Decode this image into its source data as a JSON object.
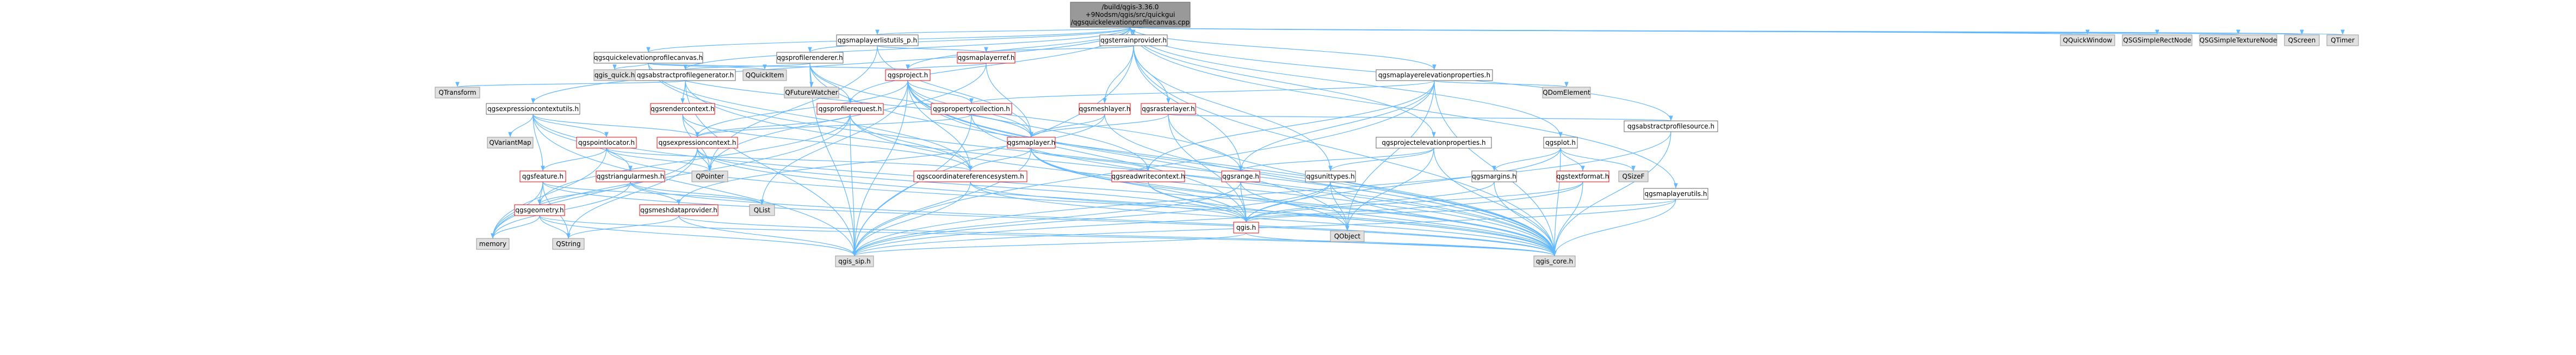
{
  "diagram": {
    "colors": {
      "background": "#ffffff",
      "edge": "#63b8ff",
      "root_fill": "#999999",
      "root_border": "#666666",
      "documented_fill": "#ffffff",
      "documented_border": "#666666",
      "red_border": "#ff0000",
      "external_fill": "#e0e0e0",
      "external_border": "#999999"
    },
    "nodes": [
      {
        "id": "root",
        "lines": [
          "/build/qgis-3.36.0",
          "+9Nodsm/qgis/src/quickgui",
          "/qgsquickelevationprofilecanvas.cpp"
        ],
        "style": "root"
      },
      {
        "id": "qgsmaplayerlistutils_p",
        "lines": [
          "qgsmaplayerlistutils_p.h"
        ],
        "style": "documented"
      },
      {
        "id": "qgsterrainprovider",
        "lines": [
          "qgsterrainprovider.h"
        ],
        "style": "documented"
      },
      {
        "id": "qgsquickelevationprofilecanvas",
        "lines": [
          "qgsquickelevationprofilecanvas.h"
        ],
        "style": "documented"
      },
      {
        "id": "qgsprofilerenderer",
        "lines": [
          "qgsprofilerenderer.h"
        ],
        "style": "documented"
      },
      {
        "id": "QQuickWindow",
        "lines": [
          "QQuickWindow"
        ],
        "style": "external"
      },
      {
        "id": "QSGSimpleRectNode",
        "lines": [
          "QSGSimpleRectNode"
        ],
        "style": "external"
      },
      {
        "id": "QSGSimpleTextureNode",
        "lines": [
          "QSGSimpleTextureNode"
        ],
        "style": "external"
      },
      {
        "id": "QScreen",
        "lines": [
          "QScreen"
        ],
        "style": "external"
      },
      {
        "id": "QTimer",
        "lines": [
          "QTimer"
        ],
        "style": "external"
      },
      {
        "id": "qgsmaplayerref",
        "lines": [
          "qgsmaplayerref.h"
        ],
        "style": "red"
      },
      {
        "id": "qgsproject",
        "lines": [
          "qgsproject.h"
        ],
        "style": "red"
      },
      {
        "id": "qgsmaplayerelevationproperties",
        "lines": [
          "qgsmaplayerelevationproperties.h"
        ],
        "style": "documented"
      },
      {
        "id": "qgsabstractprofilegenerator",
        "lines": [
          "qgsabstractprofilegenerator.h"
        ],
        "style": "documented"
      },
      {
        "id": "qgis_quick",
        "lines": [
          "qgis_quick.h"
        ],
        "style": "external"
      },
      {
        "id": "QQuickItem",
        "lines": [
          "QQuickItem"
        ],
        "style": "external"
      },
      {
        "id": "QFutureWatcher",
        "lines": [
          "QFutureWatcher"
        ],
        "style": "external"
      },
      {
        "id": "QDomElement",
        "lines": [
          "QDomElement"
        ],
        "style": "external"
      },
      {
        "id": "QTransform",
        "lines": [
          "QTransform"
        ],
        "style": "external"
      },
      {
        "id": "qgsexpressioncontextutils",
        "lines": [
          "qgsexpressioncontextutils.h"
        ],
        "style": "documented"
      },
      {
        "id": "qgsrendercontext",
        "lines": [
          "qgsrendercontext.h"
        ],
        "style": "red"
      },
      {
        "id": "qgsprofilerequest",
        "lines": [
          "qgsprofilerequest.h"
        ],
        "style": "red"
      },
      {
        "id": "qgspropertycollection",
        "lines": [
          "qgspropertycollection.h"
        ],
        "style": "red"
      },
      {
        "id": "qgsmeshlayer",
        "lines": [
          "qgsmeshlayer.h"
        ],
        "style": "red"
      },
      {
        "id": "qgsrasterlayer",
        "lines": [
          "qgsrasterlayer.h"
        ],
        "style": "red"
      },
      {
        "id": "qgsabstractprofilesource",
        "lines": [
          "qgsabstractprofilesource.h"
        ],
        "style": "documented"
      },
      {
        "id": "QVariantMap",
        "lines": [
          "QVariantMap"
        ],
        "style": "external"
      },
      {
        "id": "qgspointlocator",
        "lines": [
          "qgspointlocator.h"
        ],
        "style": "red"
      },
      {
        "id": "qgsexpressioncontext",
        "lines": [
          "qgsexpressioncontext.h"
        ],
        "style": "red"
      },
      {
        "id": "qgsmaplayer",
        "lines": [
          "qgsmaplayer.h"
        ],
        "style": "red"
      },
      {
        "id": "qgsprojectelevationproperties",
        "lines": [
          "qgsprojectelevationproperties.h"
        ],
        "style": "documented"
      },
      {
        "id": "qgsplot",
        "lines": [
          "qgsplot.h"
        ],
        "style": "documented"
      },
      {
        "id": "qgsfeature",
        "lines": [
          "qgsfeature.h"
        ],
        "style": "red"
      },
      {
        "id": "qgstriangularmesh",
        "lines": [
          "qgstriangularmesh.h"
        ],
        "style": "red"
      },
      {
        "id": "QPointer",
        "lines": [
          "QPointer"
        ],
        "style": "external"
      },
      {
        "id": "qgscoordinatereferencesystem",
        "lines": [
          "qgscoordinatereferencesystem.h"
        ],
        "style": "red"
      },
      {
        "id": "qgsreadwritecontext",
        "lines": [
          "qgsreadwritecontext.h"
        ],
        "style": "red"
      },
      {
        "id": "qgsrange",
        "lines": [
          "qgsrange.h"
        ],
        "style": "red"
      },
      {
        "id": "qgsunittypes",
        "lines": [
          "qgsunittypes.h"
        ],
        "style": "documented"
      },
      {
        "id": "QSizeF",
        "lines": [
          "QSizeF"
        ],
        "style": "external"
      },
      {
        "id": "qgsmargins",
        "lines": [
          "qgsmargins.h"
        ],
        "style": "documented"
      },
      {
        "id": "qgstextformat",
        "lines": [
          "qgstextformat.h"
        ],
        "style": "red"
      },
      {
        "id": "qgsmaplayerutils",
        "lines": [
          "qgsmaplayerutils.h"
        ],
        "style": "documented"
      },
      {
        "id": "qgsgeometry",
        "lines": [
          "qgsgeometry.h"
        ],
        "style": "red"
      },
      {
        "id": "qgsmeshdataprovider",
        "lines": [
          "qgsmeshdataprovider.h"
        ],
        "style": "red"
      },
      {
        "id": "QList",
        "lines": [
          "QList"
        ],
        "style": "external"
      },
      {
        "id": "qgis",
        "lines": [
          "qgis.h"
        ],
        "style": "red"
      },
      {
        "id": "QObject",
        "lines": [
          "QObject"
        ],
        "style": "external"
      },
      {
        "id": "memory",
        "lines": [
          "memory"
        ],
        "style": "external"
      },
      {
        "id": "QString",
        "lines": [
          "QString"
        ],
        "style": "external"
      },
      {
        "id": "qgis_sip",
        "lines": [
          "qgis_sip.h"
        ],
        "style": "external"
      },
      {
        "id": "qgis_core",
        "lines": [
          "qgis_core.h"
        ],
        "style": "external"
      }
    ],
    "edges": [
      [
        "root",
        "qgsmaplayerlistutils_p"
      ],
      [
        "root",
        "qgsterrainprovider"
      ],
      [
        "root",
        "qgsquickelevationprofilecanvas"
      ],
      [
        "root",
        "qgsprofilerenderer"
      ],
      [
        "root",
        "QQuickWindow"
      ],
      [
        "root",
        "QSGSimpleRectNode"
      ],
      [
        "root",
        "QSGSimpleTextureNode"
      ],
      [
        "root",
        "QScreen"
      ],
      [
        "root",
        "QTimer"
      ],
      [
        "root",
        "qgsmaplayerelevationproperties"
      ],
      [
        "root",
        "qgsexpressioncontextutils"
      ],
      [
        "root",
        "qgsprofilerequest"
      ],
      [
        "root",
        "qgsabstractprofilesource"
      ],
      [
        "root",
        "qgsprojectelevationproperties"
      ],
      [
        "root",
        "qgsplot"
      ],
      [
        "root",
        "qgsmaplayerutils"
      ],
      [
        "root",
        "qgsabstractprofilegenerator"
      ],
      [
        "root",
        "qgsproject"
      ],
      [
        "qgsmaplayerlistutils_p",
        "qgsmaplayerref"
      ],
      [
        "qgsmaplayerlistutils_p",
        "qgsmaplayer"
      ],
      [
        "qgsmaplayerlistutils_p",
        "QPointer"
      ],
      [
        "qgsterrainprovider",
        "qgsmaplayerref"
      ],
      [
        "qgsterrainprovider",
        "qgsmeshlayer"
      ],
      [
        "qgsterrainprovider",
        "qgsrasterlayer"
      ],
      [
        "qgsterrainprovider",
        "qgsrange"
      ],
      [
        "qgsterrainprovider",
        "qgsunittypes"
      ],
      [
        "qgsterrainprovider",
        "qgis_core"
      ],
      [
        "qgsterrainprovider",
        "qgis_sip"
      ],
      [
        "qgsquickelevationprofilecanvas",
        "qgis_quick"
      ],
      [
        "qgsquickelevationprofilecanvas",
        "QQuickItem"
      ],
      [
        "qgsquickelevationprofilecanvas",
        "qgscoordinatereferencesystem"
      ],
      [
        "qgsquickelevationprofilecanvas",
        "qgsproject"
      ],
      [
        "qgsquickelevationprofilecanvas",
        "qgsmaplayer"
      ],
      [
        "qgsquickelevationprofilecanvas",
        "qgis_core"
      ],
      [
        "qgsprofilerenderer",
        "qgsabstractprofilegenerator"
      ],
      [
        "qgsprofilerenderer",
        "qgsprofilerequest"
      ],
      [
        "qgsprofilerenderer",
        "qgsrange"
      ],
      [
        "qgsprofilerenderer",
        "QFutureWatcher"
      ],
      [
        "qgsprofilerenderer",
        "qgis_core"
      ],
      [
        "qgsprofilerenderer",
        "qgis_sip"
      ],
      [
        "qgsmaplayerref",
        "qgsproject"
      ],
      [
        "qgsmaplayerref",
        "qgsmaplayer"
      ],
      [
        "qgsmaplayerref",
        "QPointer"
      ],
      [
        "qgsproject",
        "qgspropertycollection"
      ],
      [
        "qgsproject",
        "qgsexpressioncontext"
      ],
      [
        "qgsproject",
        "qgsmaplayer"
      ],
      [
        "qgsproject",
        "qgsreadwritecontext"
      ],
      [
        "qgsproject",
        "qgscoordinatereferencesystem"
      ],
      [
        "qgsproject",
        "QList"
      ],
      [
        "qgsproject",
        "qgis_core"
      ],
      [
        "qgsproject",
        "qgis_sip"
      ],
      [
        "qgsproject",
        "qgis"
      ],
      [
        "qgsproject",
        "QObject"
      ],
      [
        "qgsmaplayerelevationproperties",
        "qgspropertycollection"
      ],
      [
        "qgsmaplayerelevationproperties",
        "qgsrange"
      ],
      [
        "qgsmaplayerelevationproperties",
        "QDomElement"
      ],
      [
        "qgsmaplayerelevationproperties",
        "qgsreadwritecontext"
      ],
      [
        "qgsmaplayerelevationproperties",
        "QObject"
      ],
      [
        "qgsmaplayerelevationproperties",
        "qgis_core"
      ],
      [
        "qgsmaplayerelevationproperties",
        "qgis_sip"
      ],
      [
        "qgsabstractprofilegenerator",
        "qgsrendercontext"
      ],
      [
        "qgsabstractprofilegenerator",
        "QTransform"
      ],
      [
        "qgsabstractprofilegenerator",
        "qgis_core"
      ],
      [
        "qgsabstractprofilegenerator",
        "qgis_sip"
      ],
      [
        "qgsrendercontext",
        "qgsexpressioncontext"
      ],
      [
        "qgsrendercontext",
        "qgscoordinatereferencesystem"
      ],
      [
        "qgsrendercontext",
        "QPointer"
      ],
      [
        "qgsexpressioncontextutils",
        "qgsexpressioncontext"
      ],
      [
        "qgsexpressioncontextutils",
        "qgsfeature"
      ],
      [
        "qgsexpressioncontextutils",
        "qgspointlocator"
      ],
      [
        "qgsexpressioncontextutils",
        "qgstriangularmesh"
      ],
      [
        "qgsexpressioncontextutils",
        "QVariantMap"
      ],
      [
        "qgsexpressioncontextutils",
        "qgis_core"
      ],
      [
        "qgsexpressioncontextutils",
        "qgis_sip"
      ],
      [
        "qgsprofilerequest",
        "qgscoordinatereferencesystem"
      ],
      [
        "qgsprofilerequest",
        "qgsexpressioncontext"
      ],
      [
        "qgsprofilerequest",
        "qgsgeometry"
      ],
      [
        "qgsprofilerequest",
        "memory"
      ],
      [
        "qgsprofilerequest",
        "qgis_core"
      ],
      [
        "qgsprofilerequest",
        "qgis_sip"
      ],
      [
        "qgspropertycollection",
        "qgsexpressioncontext"
      ],
      [
        "qgspropertycollection",
        "qgis_core"
      ],
      [
        "qgspropertycollection",
        "qgis_sip"
      ],
      [
        "qgsmeshlayer",
        "qgsmaplayer"
      ],
      [
        "qgsmeshlayer",
        "qgsmeshdataprovider"
      ],
      [
        "qgsmeshlayer",
        "qgis_core"
      ],
      [
        "qgsrasterlayer",
        "qgsmaplayer"
      ],
      [
        "qgsrasterlayer",
        "qgsabstractprofilesource"
      ],
      [
        "qgsrasterlayer",
        "qgis_core"
      ],
      [
        "qgsrasterlayer",
        "qgis"
      ],
      [
        "qgsabstractprofilesource",
        "qgis_core"
      ],
      [
        "qgsabstractprofilesource",
        "qgis_sip"
      ],
      [
        "qgspointlocator",
        "qgsfeature"
      ],
      [
        "qgspointlocator",
        "qgscoordinatereferencesystem"
      ],
      [
        "qgspointlocator",
        "QPointer"
      ],
      [
        "qgspointlocator",
        "memory"
      ],
      [
        "qgspointlocator",
        "qgis_core"
      ],
      [
        "qgsexpressioncontext",
        "QPointer"
      ],
      [
        "qgsexpressioncontext",
        "memory"
      ],
      [
        "qgsexpressioncontext",
        "QString"
      ],
      [
        "qgsexpressioncontext",
        "qgis_core"
      ],
      [
        "qgsexpressioncontext",
        "qgis"
      ],
      [
        "qgsmaplayer",
        "qgscoordinatereferencesystem"
      ],
      [
        "qgsmaplayer",
        "qgsreadwritecontext"
      ],
      [
        "qgsmaplayer",
        "QObject"
      ],
      [
        "qgsmaplayer",
        "qgis_core"
      ],
      [
        "qgsmaplayer",
        "qgis_sip"
      ],
      [
        "qgsmaplayer",
        "qgis"
      ],
      [
        "qgsprojectelevationproperties",
        "qgsrange"
      ],
      [
        "qgsprojectelevationproperties",
        "qgsunittypes"
      ],
      [
        "qgsprojectelevationproperties",
        "QObject"
      ],
      [
        "qgsprojectelevationproperties",
        "qgis_core"
      ],
      [
        "qgsplot",
        "qgsmargins"
      ],
      [
        "qgsplot",
        "qgstextformat"
      ],
      [
        "qgsplot",
        "QSizeF"
      ],
      [
        "qgsplot",
        "qgis_core"
      ],
      [
        "qgsplot",
        "qgis"
      ],
      [
        "qgsfeature",
        "qgsgeometry"
      ],
      [
        "qgsfeature",
        "QList"
      ],
      [
        "qgsfeature",
        "memory"
      ],
      [
        "qgsfeature",
        "qgis_core"
      ],
      [
        "qgsfeature",
        "QString"
      ],
      [
        "qgstriangularmesh",
        "qgsmeshdataprovider"
      ],
      [
        "qgstriangularmesh",
        "qgsgeometry"
      ],
      [
        "qgstriangularmesh",
        "QList"
      ],
      [
        "qgstriangularmesh",
        "memory"
      ],
      [
        "qgstriangularmesh",
        "qgis_core"
      ],
      [
        "qgscoordinatereferencesystem",
        "qgis"
      ],
      [
        "qgscoordinatereferencesystem",
        "qgis_core"
      ],
      [
        "qgscoordinatereferencesystem",
        "qgis_sip"
      ],
      [
        "qgsreadwritecontext",
        "qgis"
      ],
      [
        "qgsreadwritecontext",
        "qgis_core"
      ],
      [
        "qgsrange",
        "qgis"
      ],
      [
        "qgsrange",
        "qgis_core"
      ],
      [
        "qgsrange",
        "qgis_sip"
      ],
      [
        "qgsunittypes",
        "qgis"
      ],
      [
        "qgsunittypes",
        "qgis_core"
      ],
      [
        "qgsunittypes",
        "qgis_sip"
      ],
      [
        "qgsunittypes",
        "QObject"
      ],
      [
        "qgsmargins",
        "qgis_core"
      ],
      [
        "qgsmargins",
        "qgis"
      ],
      [
        "qgstextformat",
        "qgis"
      ],
      [
        "qgstextformat",
        "qgis_core"
      ],
      [
        "qgstextformat",
        "qgis_sip"
      ],
      [
        "qgsmaplayerutils",
        "qgis_core"
      ],
      [
        "qgsmaplayerutils",
        "qgis_sip"
      ],
      [
        "qgsmaplayerutils",
        "qgis"
      ],
      [
        "qgsgeometry",
        "memory"
      ],
      [
        "qgsgeometry",
        "QString"
      ],
      [
        "qgsgeometry",
        "qgis_core"
      ],
      [
        "qgsgeometry",
        "qgis_sip"
      ],
      [
        "qgsmeshdataprovider",
        "qgis_core"
      ],
      [
        "qgsmeshdataprovider",
        "QString"
      ],
      [
        "qgsmeshdataprovider",
        "qgis_sip"
      ],
      [
        "qgis",
        "qgis_core"
      ],
      [
        "qgis",
        "qgis_sip"
      ]
    ]
  }
}
